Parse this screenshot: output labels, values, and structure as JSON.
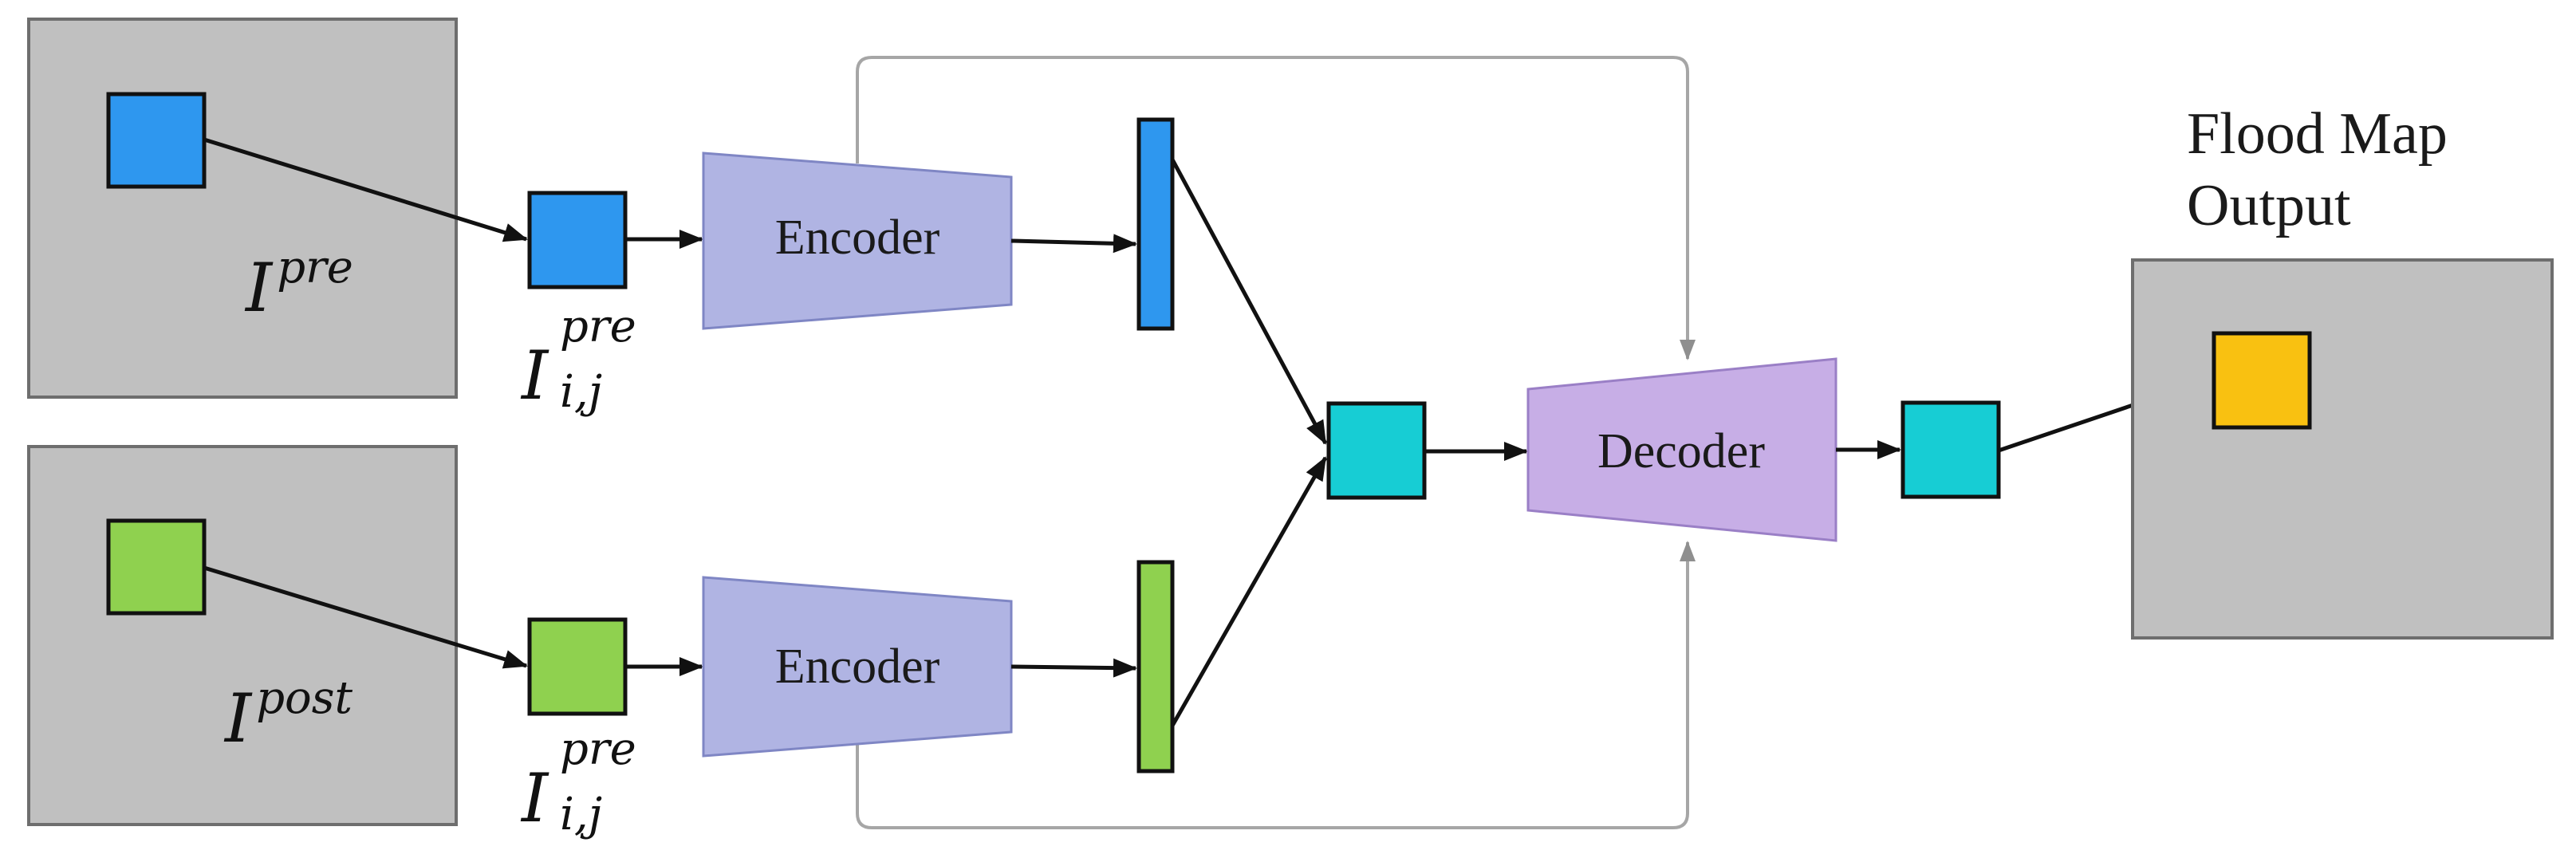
{
  "colors": {
    "image_fill": "#c0c0c0",
    "image_stroke": "#6e6e6e",
    "pre_patch": "#2e97ef",
    "post_patch": "#8fd14f",
    "fused_patch": "#17cdd4",
    "output_patch": "#f9c111",
    "encoder_fill": "#b0b4e3",
    "encoder_stroke": "#7f86c4",
    "decoder_fill": "#c7aee6",
    "decoder_stroke": "#9a7fc6",
    "skip_line": "#a6a6a6",
    "arrow": "#111111"
  },
  "labels": {
    "encoder_top": "Encoder",
    "encoder_bottom": "Encoder",
    "decoder": "Decoder",
    "output_title_line1": "Flood Map",
    "output_title_line2": "Output"
  },
  "math": {
    "image_pre": {
      "base": "I",
      "sup": "pre"
    },
    "image_post": {
      "base": "I",
      "sup": "post"
    },
    "patch_pre_top": {
      "base": "I",
      "sup": "pre",
      "sub": "i,j"
    },
    "patch_pre_bottom": {
      "base": "I",
      "sup": "pre",
      "sub": "i,j"
    }
  },
  "icons": [
    "arrow-icon"
  ]
}
